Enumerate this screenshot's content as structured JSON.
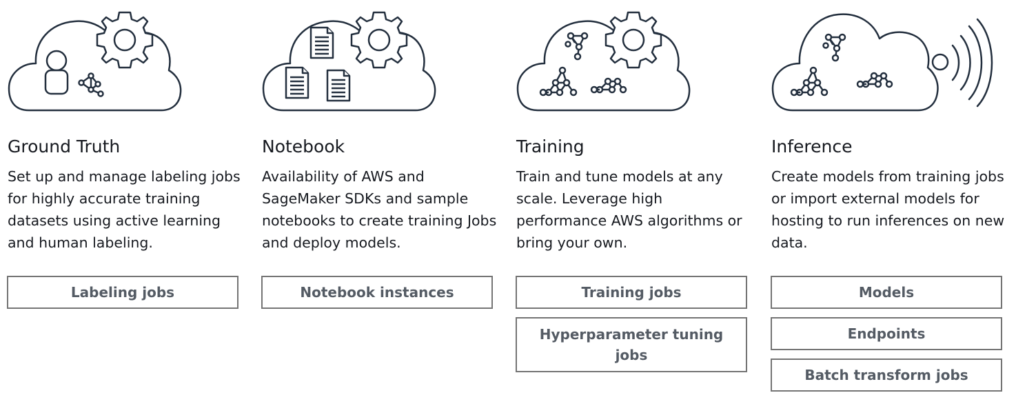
{
  "sections": [
    {
      "title": "Ground Truth",
      "description": "Set up and manage labeling jobs for highly accurate training datasets using active learning and human labeling.",
      "illustration_icon": "cloud-person-gear-icon",
      "buttons": [
        {
          "label": "Labeling jobs"
        }
      ]
    },
    {
      "title": "Notebook",
      "description": "Availability of AWS and SageMaker SDKs and sample notebooks to create training Jobs and deploy models.",
      "illustration_icon": "cloud-documents-gear-icon",
      "buttons": [
        {
          "label": "Notebook instances"
        }
      ]
    },
    {
      "title": "Training",
      "description": "Train and tune models at any scale. Leverage high performance AWS algorithms or bring your own.",
      "illustration_icon": "cloud-networks-gear-icon",
      "buttons": [
        {
          "label": "Training jobs"
        },
        {
          "label": "Hyperparameter tuning jobs"
        }
      ]
    },
    {
      "title": "Inference",
      "description": "Create models from training jobs or import external models for hosting to run inferences on new data.",
      "illustration_icon": "cloud-networks-signal-icon",
      "buttons": [
        {
          "label": "Models"
        },
        {
          "label": "Endpoints"
        },
        {
          "label": "Batch transform jobs"
        }
      ]
    }
  ],
  "colors": {
    "text": "#16191f",
    "button_text": "#545b64",
    "button_border": "#747474",
    "icon_stroke": "#232f3e"
  }
}
